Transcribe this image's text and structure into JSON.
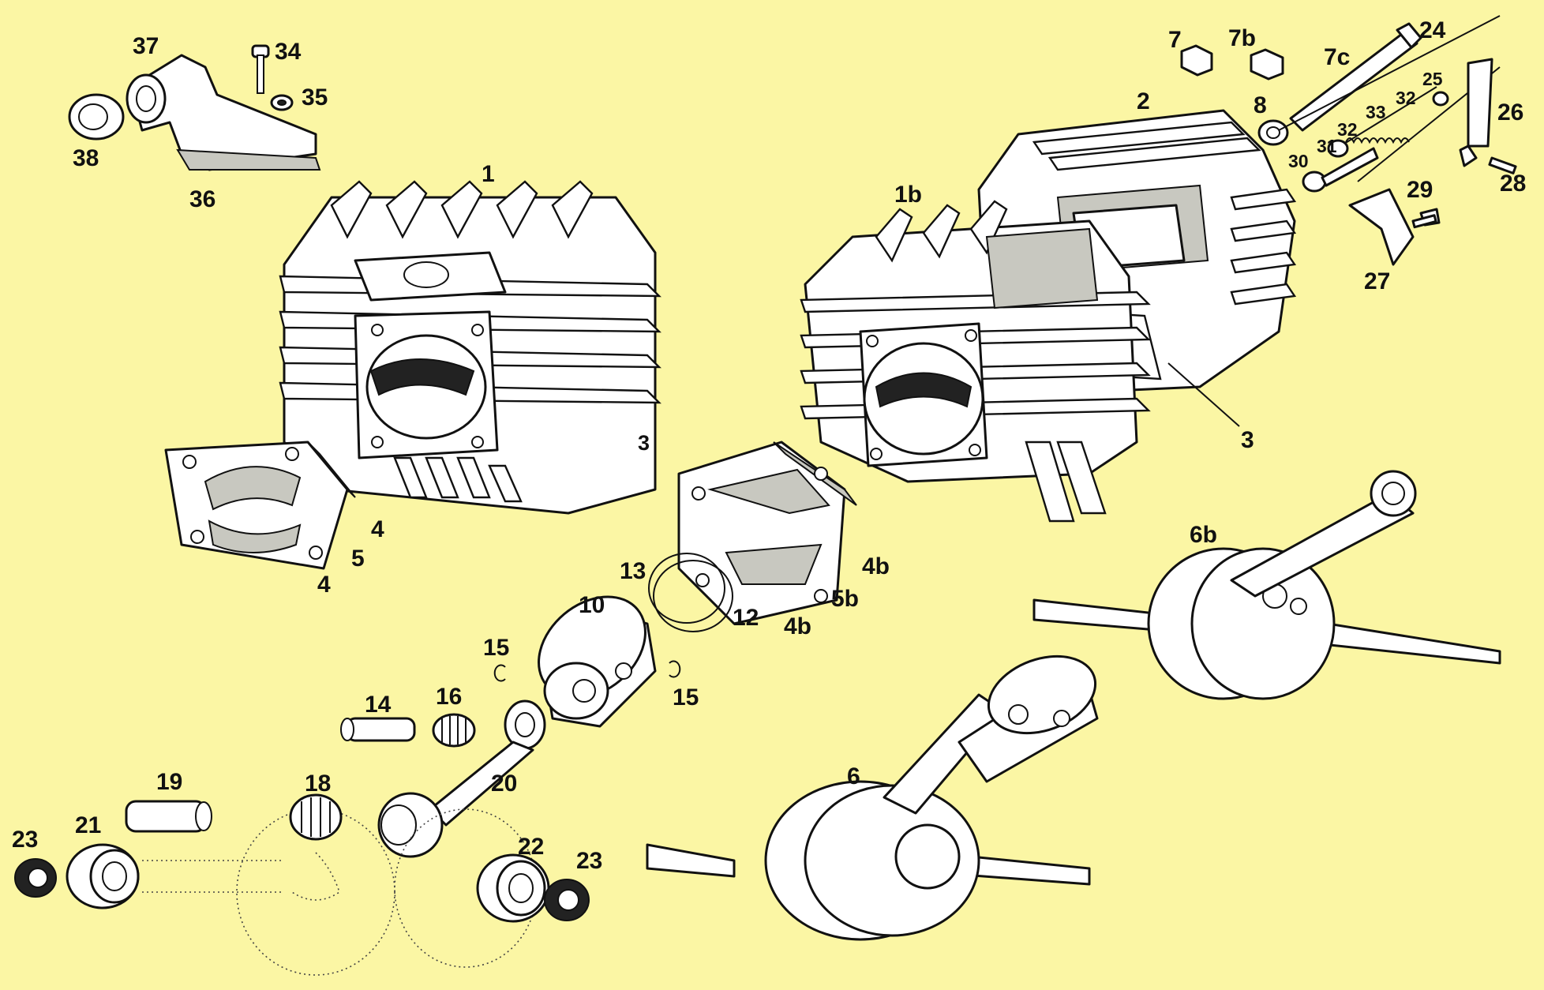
{
  "labels": [
    {
      "id": "1",
      "text": "1"
    },
    {
      "id": "1b",
      "text": "1b"
    },
    {
      "id": "2",
      "text": "2"
    },
    {
      "id": "3a",
      "text": "3"
    },
    {
      "id": "3b",
      "text": "3"
    },
    {
      "id": "4a",
      "text": "4"
    },
    {
      "id": "4c",
      "text": "4"
    },
    {
      "id": "4b1",
      "text": "4b"
    },
    {
      "id": "4b2",
      "text": "4b"
    },
    {
      "id": "5",
      "text": "5"
    },
    {
      "id": "5b",
      "text": "5b"
    },
    {
      "id": "6",
      "text": "6"
    },
    {
      "id": "6b",
      "text": "6b"
    },
    {
      "id": "7",
      "text": "7"
    },
    {
      "id": "7b",
      "text": "7b"
    },
    {
      "id": "7c",
      "text": "7c"
    },
    {
      "id": "8",
      "text": "8"
    },
    {
      "id": "10",
      "text": "10"
    },
    {
      "id": "12",
      "text": "12"
    },
    {
      "id": "13",
      "text": "13"
    },
    {
      "id": "14",
      "text": "14"
    },
    {
      "id": "15a",
      "text": "15"
    },
    {
      "id": "15b",
      "text": "15"
    },
    {
      "id": "16",
      "text": "16"
    },
    {
      "id": "18",
      "text": "18"
    },
    {
      "id": "19",
      "text": "19"
    },
    {
      "id": "20",
      "text": "20"
    },
    {
      "id": "21",
      "text": "21"
    },
    {
      "id": "22",
      "text": "22"
    },
    {
      "id": "23a",
      "text": "23"
    },
    {
      "id": "23b",
      "text": "23"
    },
    {
      "id": "24",
      "text": "24"
    },
    {
      "id": "25",
      "text": "25"
    },
    {
      "id": "26",
      "text": "26"
    },
    {
      "id": "27",
      "text": "27"
    },
    {
      "id": "28",
      "text": "28"
    },
    {
      "id": "29",
      "text": "29"
    },
    {
      "id": "30",
      "text": "30"
    },
    {
      "id": "31",
      "text": "31"
    },
    {
      "id": "32a",
      "text": "32"
    },
    {
      "id": "32b",
      "text": "32"
    },
    {
      "id": "33",
      "text": "33"
    },
    {
      "id": "34",
      "text": "34"
    },
    {
      "id": "35",
      "text": "35"
    },
    {
      "id": "36",
      "text": "36"
    },
    {
      "id": "37",
      "text": "37"
    },
    {
      "id": "38",
      "text": "38"
    }
  ]
}
